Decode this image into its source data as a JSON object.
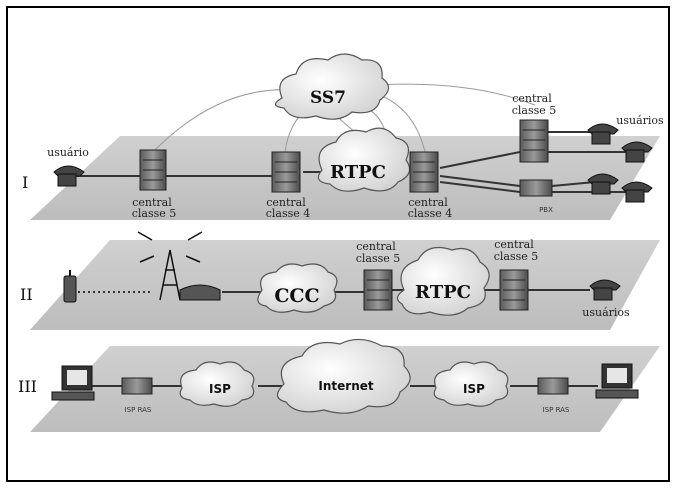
{
  "layers": [
    {
      "numeral": "I"
    },
    {
      "numeral": "II"
    },
    {
      "numeral": "III"
    }
  ],
  "clouds": {
    "ss7": "SS7",
    "rtpc_top": "RTPC",
    "ccc": "CCC",
    "rtpc_mid": "RTPC",
    "isp_left": "ISP",
    "internet": "Internet",
    "isp_right": "ISP"
  },
  "labels": {
    "usuario": "usuário",
    "usuarios_top": "usuários",
    "usuarios_mid": "usuários",
    "central_classe5_l1": "central",
    "central_classe5_l2": "classe 5",
    "central_classe4a_l1": "central",
    "central_classe4a_l2": "classe 4",
    "central_classe4b_l1": "central",
    "central_classe4b_l2": "classe 4",
    "central_classe5_top_l1": "central",
    "central_classe5_top_l2": "classe 5",
    "central_mid1_l1": "central",
    "central_mid1_l2": "classe 5",
    "central_mid2_l1": "central",
    "central_mid2_l2": "classe 5",
    "pbx": "PBX",
    "isp_ras_left": "ISP RAS",
    "isp_ras_right": "ISP RAS"
  }
}
